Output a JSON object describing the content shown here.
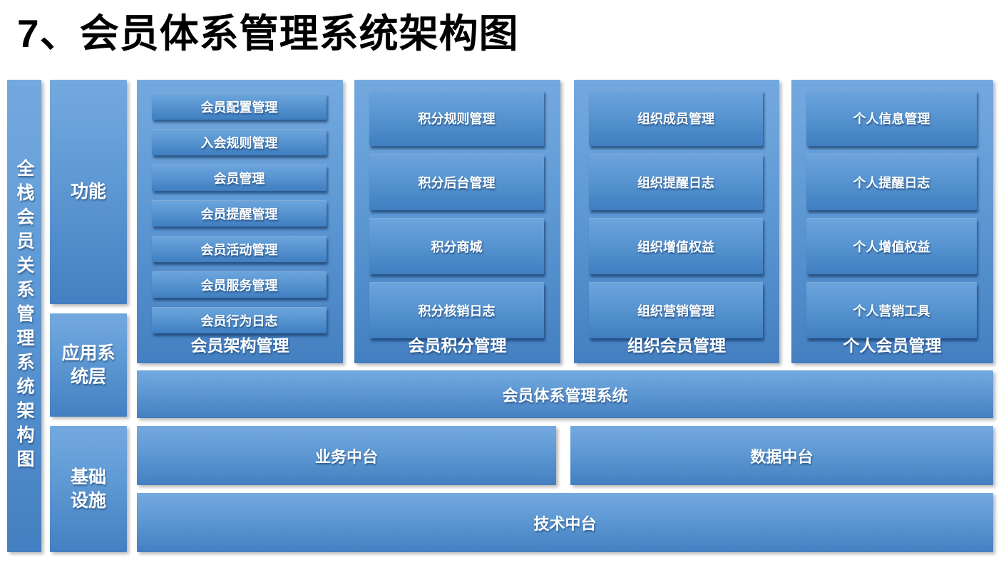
{
  "page": {
    "title": "7、会员体系管理系统架构图"
  },
  "colors": {
    "accent_blue": "#5B9BD5",
    "block_gradient_top": "#74A9DF",
    "block_gradient_bottom": "#447FC1",
    "item_gradient_top": "#6CA4DC",
    "item_gradient_bottom": "#3F7EC0",
    "text_on_blue": "#FFFFFF",
    "title_text": "#000000",
    "background": "#FFFFFF"
  },
  "diagram": {
    "side_label": "全栈会员关系管理系统架构图",
    "layers": [
      {
        "id": "function",
        "label": "功能"
      },
      {
        "id": "application",
        "label": "应用系\n统层"
      },
      {
        "id": "infrastructure",
        "label": "基础\n设施"
      }
    ],
    "function_groups": [
      {
        "label": "会员架构管理",
        "items": [
          "会员配置管理",
          "入会规则管理",
          "会员管理",
          "会员提醒管理",
          "会员活动管理",
          "会员服务管理",
          "会员行为日志"
        ]
      },
      {
        "label": "会员积分管理",
        "items": [
          "积分规则管理",
          "积分后台管理",
          "积分商城",
          "积分核销日志"
        ]
      },
      {
        "label": "组织会员管理",
        "items": [
          "组织成员管理",
          "组织提醒日志",
          "组织增值权益",
          "组织营销管理"
        ]
      },
      {
        "label": "个人会员管理",
        "items": [
          "个人信息管理",
          "个人提醒日志",
          "个人增值权益",
          "个人营销工具"
        ]
      }
    ],
    "application_bar": "会员体系管理系统",
    "platform_bars": [
      "业务中台",
      "数据中台"
    ],
    "tech_bar": "技术中台"
  }
}
